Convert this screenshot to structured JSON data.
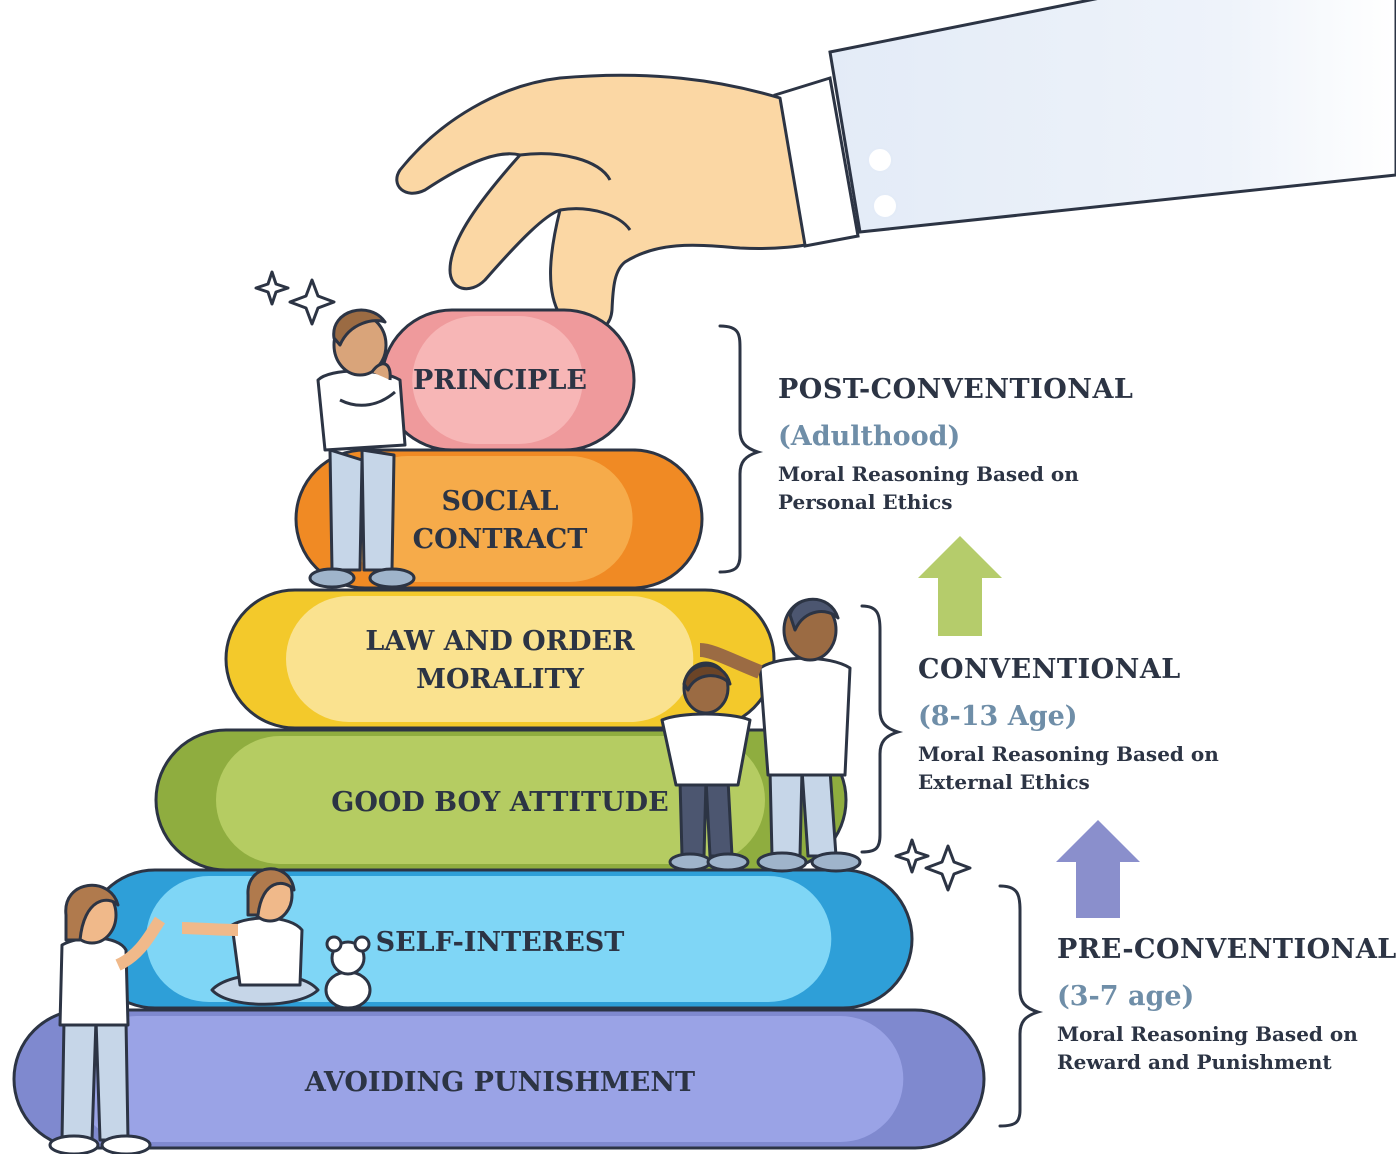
{
  "levels": [
    {
      "label_lines": [
        "PRINCIPLE"
      ],
      "color": "#ef9a9c",
      "highlight": "#f7b6b6"
    },
    {
      "label_lines": [
        "SOCIAL",
        "CONTRACT"
      ],
      "color": "#f08a24",
      "highlight": "#f6ab4a"
    },
    {
      "label_lines": [
        "LAW AND ORDER",
        "MORALITY"
      ],
      "color": "#f3c92b",
      "highlight": "#fae28f"
    },
    {
      "label_lines": [
        "GOOD BOY ATTITUDE"
      ],
      "color": "#8fad3f",
      "highlight": "#b5cc62"
    },
    {
      "label_lines": [
        "SELF-INTEREST"
      ],
      "color": "#2e9fd8",
      "highlight": "#7fd6f6"
    },
    {
      "label_lines": [
        "AVOIDING PUNISHMENT"
      ],
      "color": "#7f89cf",
      "highlight": "#9aa3e6"
    }
  ],
  "stages": {
    "post_conventional": {
      "title": "POST-CONVENTIONAL",
      "age": "(Adulthood)",
      "description": "Moral Reasoning Based on Personal Ethics"
    },
    "conventional": {
      "title": "CONVENTIONAL",
      "age": "(8-13 Age)",
      "description": "Moral Reasoning Based on External Ethics"
    },
    "pre_conventional": {
      "title": "PRE-CONVENTIONAL",
      "age": "(3-7 age)",
      "description": "Moral Reasoning Based on Reward and Punishment"
    }
  },
  "arrows": {
    "upper_color": "#b5cc6b",
    "lower_color": "#8a8fcc"
  },
  "outline_color": "#2c3444"
}
